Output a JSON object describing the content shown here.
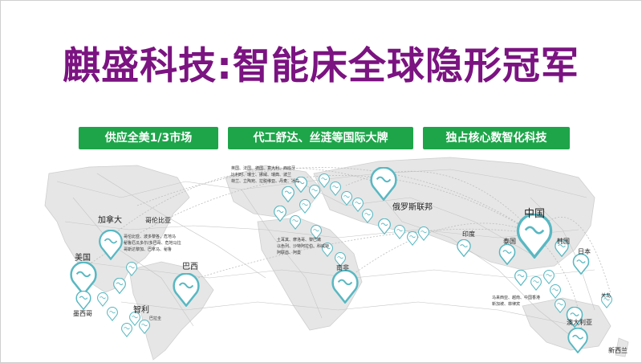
{
  "title": "麒盛科技:智能床全球隐形冠军",
  "badges": [
    "供应全美1/3市场",
    "代工舒达、丝涟等国际大牌",
    "独占核心数智化科技"
  ],
  "map_labels": {
    "canada": "加拿大",
    "colombia": "哥伦比亚",
    "usa": "美国",
    "mexico": "墨西哥",
    "brazil": "巴西",
    "chile": "智利",
    "russia": "俄罗斯联邦",
    "china": "中国",
    "india": "印度",
    "thailand": "泰国",
    "korea": "韩国",
    "japan": "日本",
    "south_africa": "南非",
    "australia": "澳大利亚",
    "new_zealand": "新西兰",
    "guam": "关岛"
  },
  "small_text": {
    "europe": [
      "英国、法国、德国、意大利、西班牙",
      "比利时、瑞士、挪威、瑞典、波兰",
      "荷兰、立陶宛、拉脱维亚、丹麦、冰岛"
    ],
    "americas": [
      "哥伦比亚、波多黎各、危地马",
      "秘鲁厄瓜多尔/多巴哥、危地马拉",
      "哥斯达黎加、巴拿马、秘鲁"
    ],
    "peru": [
      "巴拉圭"
    ],
    "middle_east": [
      "土耳其、摩洛哥、黎巴嫩",
      "以色列、沙特阿拉伯、科威特",
      "阿联酋、阿曼"
    ],
    "asia": [
      "马来西亚、越南、中国香港",
      "新加坡、菲律宾"
    ]
  }
}
